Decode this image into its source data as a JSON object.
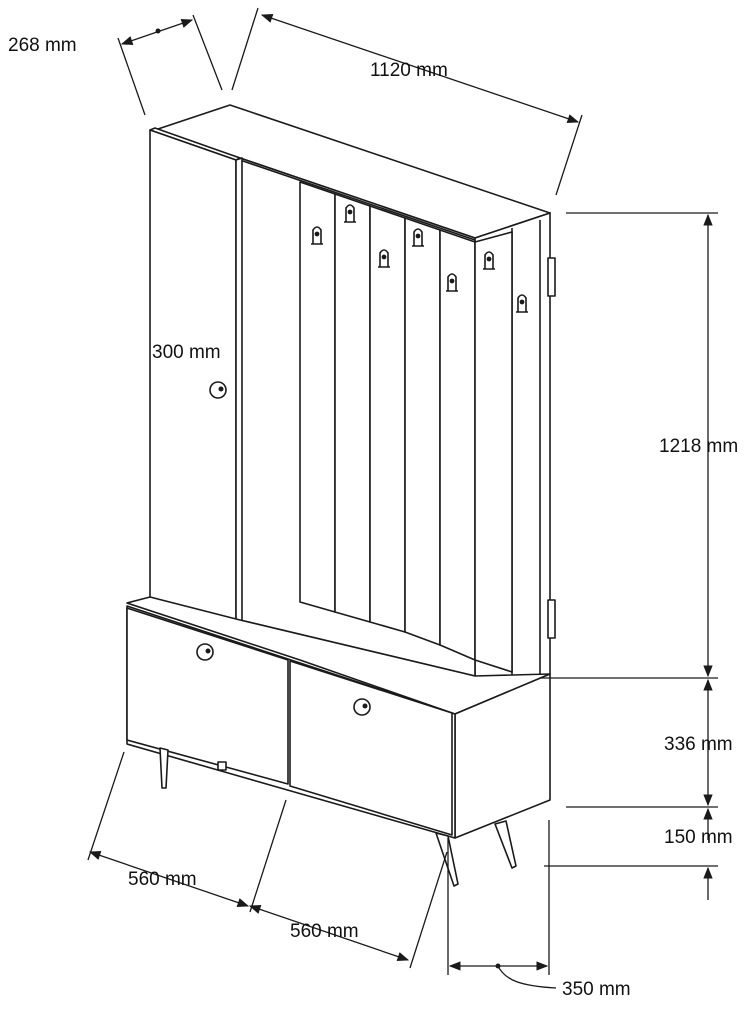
{
  "dimensions": {
    "depth_top": "268 mm",
    "width_total": "1120 mm",
    "cabinet_width": "300 mm",
    "height_upper": "1218 mm",
    "height_lower": "336 mm",
    "leg_height": "150 mm",
    "drawer_left_width": "560 mm",
    "drawer_right_width": "560 mm",
    "depth_bottom": "350 mm"
  },
  "colors": {
    "line": "#1a1a1a",
    "panel_fill": "#ffffff"
  },
  "icons": [
    "knob-icon",
    "coat-hook-icon"
  ]
}
